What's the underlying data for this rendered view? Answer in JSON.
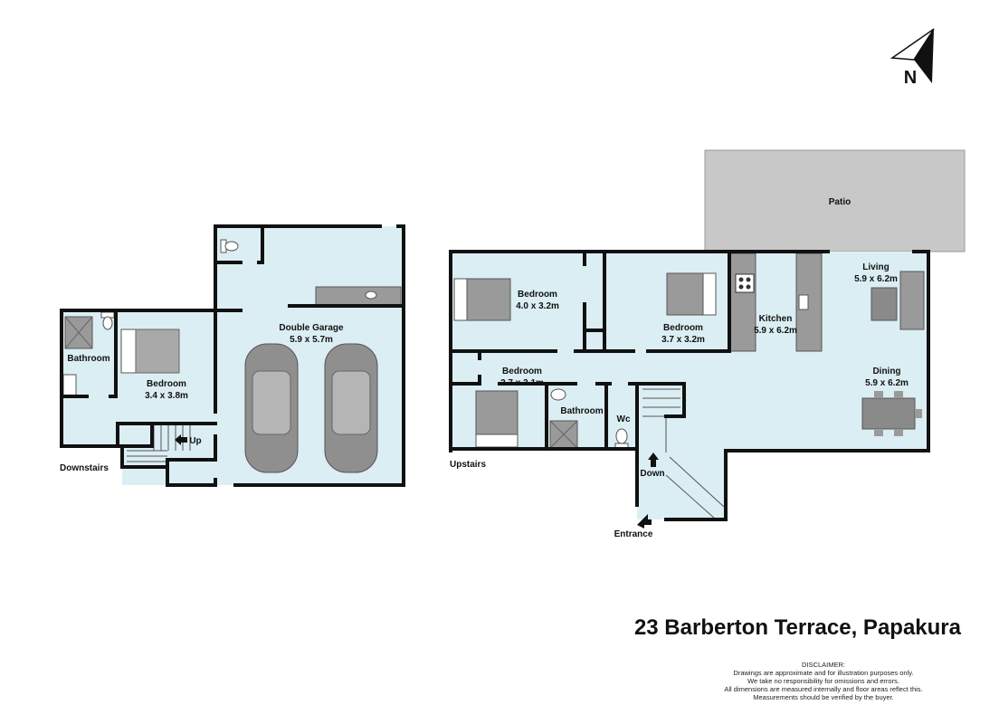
{
  "address": "23 Barberton Terrace, Papakura",
  "compass": "N",
  "disclaimer": {
    "title": "DISCLAIMER:",
    "lines": [
      "Drawings are approximate and for illustration purposes only.",
      "We take no responsibility for omissions and errors.",
      "All dimensions are measured internally and floor areas reflect this.",
      "Measurements should be verified by the buyer."
    ]
  },
  "downstairs": {
    "label": "Downstairs",
    "bathroom": "Bathroom",
    "bedroom": {
      "name": "Bedroom",
      "dims": "3.4 x 3.8m"
    },
    "garage": {
      "name": "Double Garage",
      "dims": "5.9 x 5.7m"
    },
    "stairs": "Up"
  },
  "upstairs": {
    "label": "Upstairs",
    "patio": "Patio",
    "bedroom1": {
      "name": "Bedroom",
      "dims": "4.0 x 3.2m"
    },
    "bedroom2": {
      "name": "Bedroom",
      "dims": "3.7 x 3.2m"
    },
    "bedroom3": {
      "name": "Bedroom",
      "dims": "2.7 x 3.1m"
    },
    "kitchen": {
      "name": "Kitchen",
      "dims": "5.9 x 6.2m"
    },
    "living": {
      "name": "Living",
      "dims": "5.9 x 6.2m"
    },
    "dining": {
      "name": "Dining",
      "dims": "5.9 x 6.2m"
    },
    "bathroom": "Bathroom",
    "wc": "Wc",
    "stairs": "Down",
    "entrance": "Entrance"
  },
  "colors": {
    "floor": "#dbeef3",
    "patio": "#c8c8c8",
    "fixture": "#9a9a9a",
    "wall": "#111111"
  }
}
